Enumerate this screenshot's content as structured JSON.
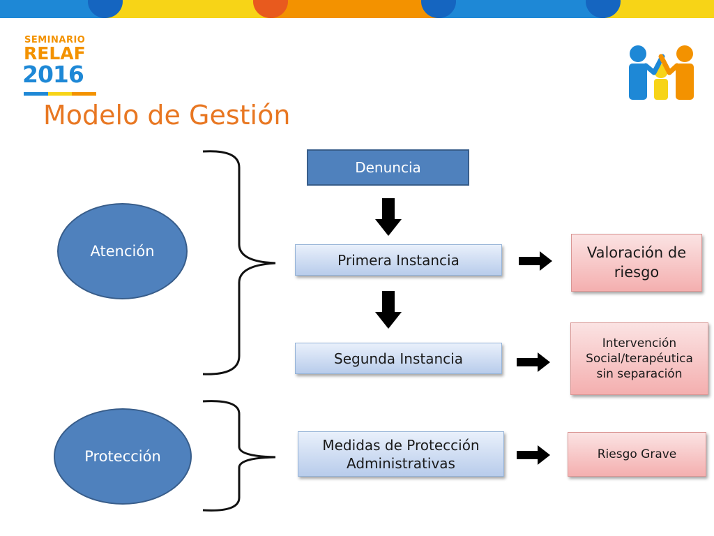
{
  "slide": {
    "title": "Modelo de Gestión",
    "logo": {
      "line1": "SEMINARIO",
      "line2": "RELAF",
      "line3": "2016"
    },
    "colors": {
      "title": "#E87722",
      "box_dark": "#4F81BD",
      "ellipse": "#4F81BD",
      "box_light": "#C6D9F1",
      "box_pink": "#F4AFAF",
      "band_blue": "#1E88D6",
      "band_yellow": "#F7D417",
      "band_orange": "#F39200"
    }
  },
  "diagram": {
    "groups": [
      {
        "label": "Atención"
      },
      {
        "label": "Protección"
      }
    ],
    "stages": [
      {
        "label": "Denuncia"
      },
      {
        "label": "Primera Instancia"
      },
      {
        "label": "Segunda Instancia"
      },
      {
        "label": "Medidas de Protección Administrativas"
      }
    ],
    "outcomes": [
      {
        "label": "Valoración de riesgo"
      },
      {
        "label": "Intervención Social/terapéutica sin separación"
      },
      {
        "label": "Riesgo Grave"
      }
    ]
  }
}
